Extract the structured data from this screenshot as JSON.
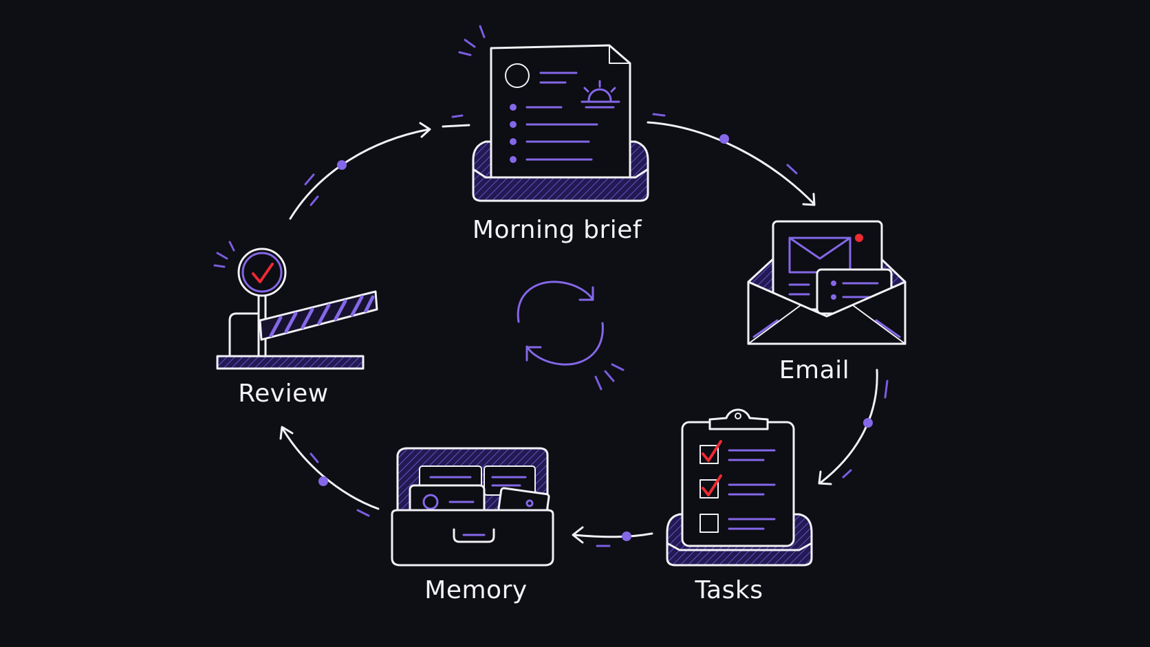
{
  "colors": {
    "background": "#0e0e15",
    "line": "#f2f2f6",
    "accent": "#8468e8",
    "alert": "#ee2a33"
  },
  "stages": [
    {
      "label": "Morning brief",
      "icon": "document-sun-icon"
    },
    {
      "label": "Email",
      "icon": "envelope-icon"
    },
    {
      "label": "Tasks",
      "icon": "clipboard-checklist-icon"
    },
    {
      "label": "Memory",
      "icon": "file-box-icon"
    },
    {
      "label": "Review",
      "icon": "barrier-gate-icon"
    }
  ],
  "center_icon": "refresh-cycle-icon"
}
